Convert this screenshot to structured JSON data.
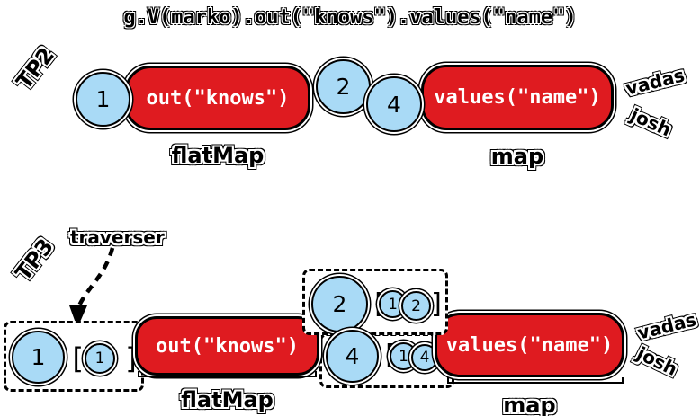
{
  "title": "g.V(marko).out(\"knows\").values(\"name\")",
  "colors": {
    "step_red": "#df1b20",
    "traverser_blue": "#a9daf6",
    "outline_black": "#000000",
    "step_text_white": "#ffffff"
  },
  "tp2": {
    "label": "TP2",
    "input_traverser": "1",
    "out_step": "out(\"knows\")",
    "out_kind": "flatMap",
    "mid_traversers": [
      "2",
      "4"
    ],
    "values_step": "values(\"name\")",
    "values_kind": "map",
    "results": [
      "vadas",
      "josh"
    ]
  },
  "tp3": {
    "label": "TP3",
    "traverser_note": "traverser",
    "t1": {
      "value": "1",
      "open": "[",
      "bulk": "1",
      "close": "]"
    },
    "out_step": "out(\"knows\")",
    "out_kind": "flatMap",
    "t2": {
      "value": "2",
      "open": "[",
      "path": [
        "1",
        "2"
      ],
      "close": "]"
    },
    "t4": {
      "value": "4",
      "open": "[",
      "path": [
        "1",
        "4"
      ]
    },
    "values_step": "values(\"name\")",
    "values_kind": "map",
    "results": [
      "vadas",
      "josh"
    ]
  }
}
